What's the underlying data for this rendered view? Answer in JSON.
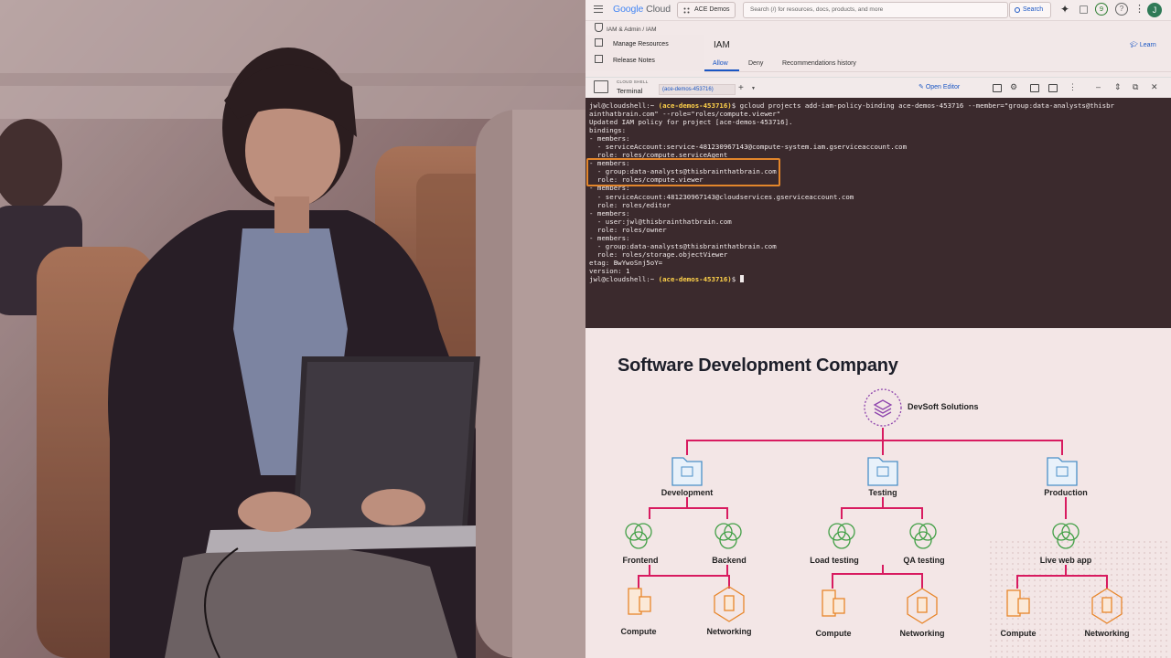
{
  "topbar": {
    "logo_google": "Google",
    "logo_cloud": " Cloud",
    "project": "ACE Demos",
    "search_placeholder": "Search (/) for resources, docs, products, and more",
    "search_button": "Search",
    "notification_count": "9",
    "help": "?",
    "more": "⋮",
    "avatar_initial": "J"
  },
  "breadcrumb": {
    "text": "IAM & Admin  /  IAM"
  },
  "sidenav": {
    "items": [
      "Manage Resources",
      "Release Notes"
    ]
  },
  "iam": {
    "title": "IAM",
    "learn": "Learn",
    "tabs": [
      "Allow",
      "Deny",
      "Recommendations history"
    ]
  },
  "cloud_shell": {
    "label": "CLOUD SHELL",
    "terminal": "Terminal",
    "tab": "(ace-demos-453716)",
    "open_editor": "Open Editor"
  },
  "terminal": {
    "prompt_user": "jwl@cloudshell:~ ",
    "prompt_project": "(ace-demos-453716)",
    "command": "$ gcloud projects add-iam-policy-binding ace-demos-453716 --member=\"group:data-analysts@thisbr",
    "command_cont": "ainthatbrain.com\" --role=\"roles/compute.viewer\"",
    "output": [
      "Updated IAM policy for project [ace-demos-453716].",
      "bindings:",
      "- members:",
      "  - serviceAccount:service-481230967143@compute-system.iam.gserviceaccount.com",
      "  role: roles/compute.serviceAgent",
      "- members:",
      "  - group:data-analysts@thisbrainthatbrain.com",
      "  role: roles/compute.viewer",
      "- members:",
      "  - serviceAccount:481230967143@cloudservices.gserviceaccount.com",
      "  role: roles/editor",
      "- members:",
      "  - user:jwl@thisbrainthatbrain.com",
      "  role: roles/owner",
      "- members:",
      "  - group:data-analysts@thisbrainthatbrain.com",
      "  role: roles/storage.objectViewer",
      "etag: BwYwoSnj5oY=",
      "version: 1"
    ],
    "prompt_end": "$ "
  },
  "org_chart": {
    "title": "Software Development Company",
    "root": "DevSoft Solutions",
    "departments": [
      {
        "name": "Development",
        "teams": [
          "Frontend",
          "Backend"
        ]
      },
      {
        "name": "Testing",
        "teams": [
          "Load testing",
          "QA testing"
        ]
      },
      {
        "name": "Production",
        "teams": [
          "Live web app"
        ]
      }
    ],
    "resources": [
      "Compute",
      "Networking",
      "Compute",
      "Networking",
      "Compute",
      "Networking"
    ]
  },
  "colors": {
    "connector": "#d81b60",
    "folder": "#4a90c8",
    "team": "#43a047",
    "resource": "#e8862b",
    "root": "#8e44ad",
    "highlight": "#e3862b"
  }
}
